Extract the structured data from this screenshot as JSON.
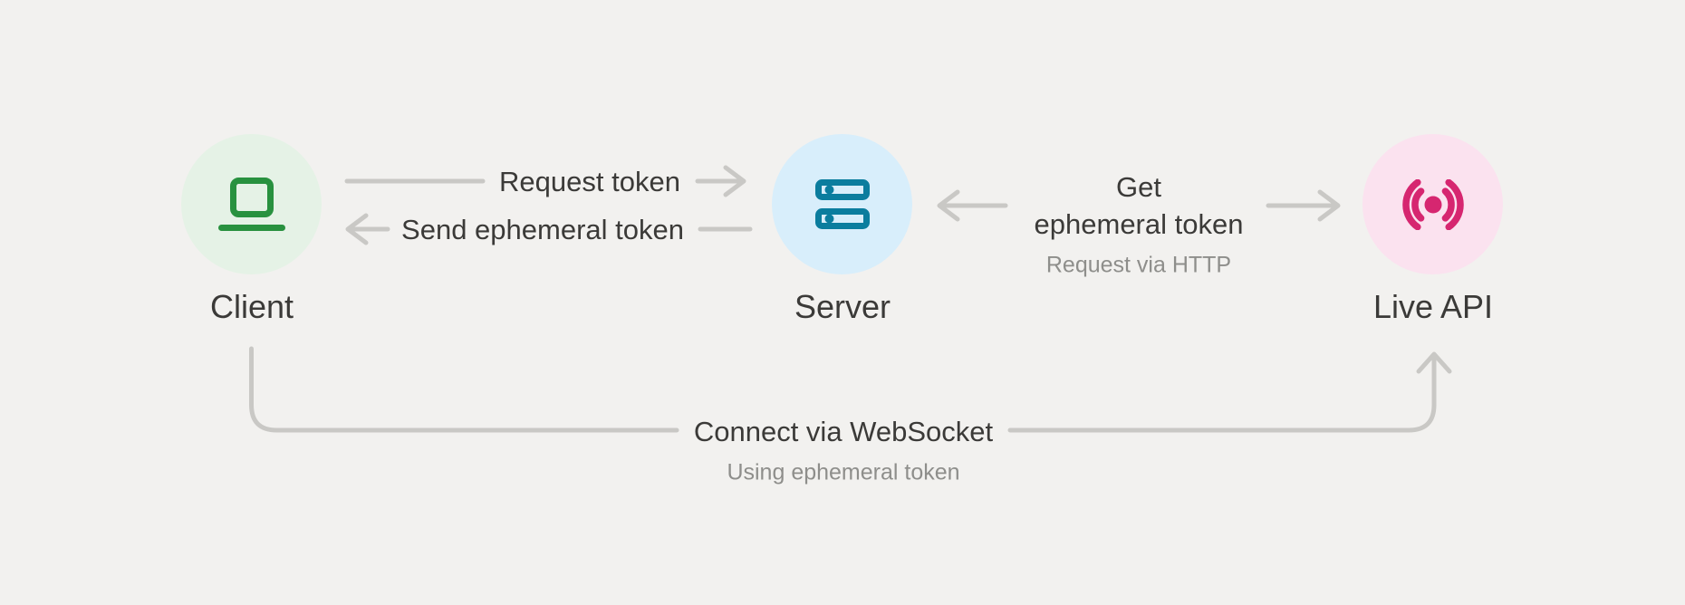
{
  "colors": {
    "page_bg": "#F2F1EF",
    "connector": "#C9C8C5",
    "text_primary": "#3B3A38",
    "text_secondary": "#8E8E8B",
    "client_icon": "#28913F",
    "client_circle_bg": "#E5F2E6",
    "server_icon": "#0B7D9E",
    "server_circle_bg": "#D8EEFB",
    "live_api_icon": "#D62670",
    "live_api_circle_bg": "#FBE2EF"
  },
  "nodes": [
    {
      "id": "client",
      "label": "Client",
      "icon": "laptop-icon"
    },
    {
      "id": "server",
      "label": "Server",
      "icon": "server-rack-icon"
    },
    {
      "id": "live_api",
      "label": "Live API",
      "icon": "broadcast-icon"
    }
  ],
  "flows": [
    {
      "label": "Request token",
      "from": "Client",
      "to": "Server",
      "direction": "right"
    },
    {
      "label": "Send ephemeral token",
      "from": "Server",
      "to": "Client",
      "direction": "left"
    },
    {
      "label_lines": [
        "Get",
        "ephemeral token"
      ],
      "sublabel": "Request via HTTP",
      "from": "Server",
      "to": "Live API",
      "direction": "both"
    },
    {
      "label": "Connect via WebSocket",
      "sublabel": "Using ephemeral token",
      "from": "Client",
      "to": "Live API",
      "direction": "right"
    }
  ]
}
